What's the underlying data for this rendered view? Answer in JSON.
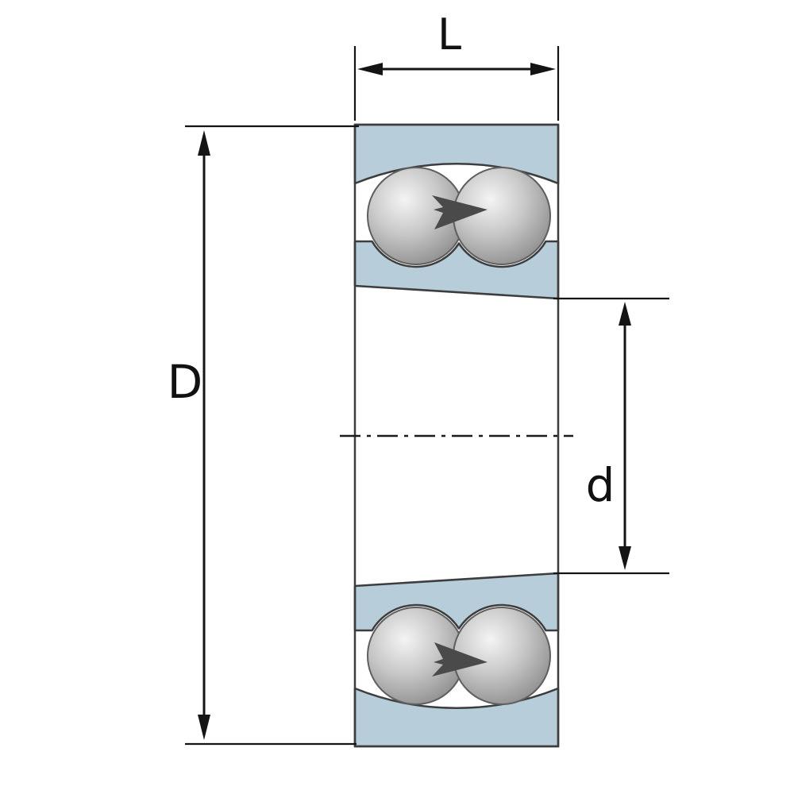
{
  "diagram": {
    "labels": {
      "width": "L",
      "outer_diameter": "D",
      "bore_diameter": "d"
    },
    "colors": {
      "background": "#ffffff",
      "ring_fill": "#b7cdd9",
      "ring_stroke": "#3d3d3d",
      "dim_color": "#141414",
      "ball_light": "#f4f4f4",
      "ball_mid": "#c9c9c9",
      "ball_dark": "#878787",
      "ball_rim": "#5f5f5f",
      "cage_color": "#4a4a4a"
    }
  }
}
